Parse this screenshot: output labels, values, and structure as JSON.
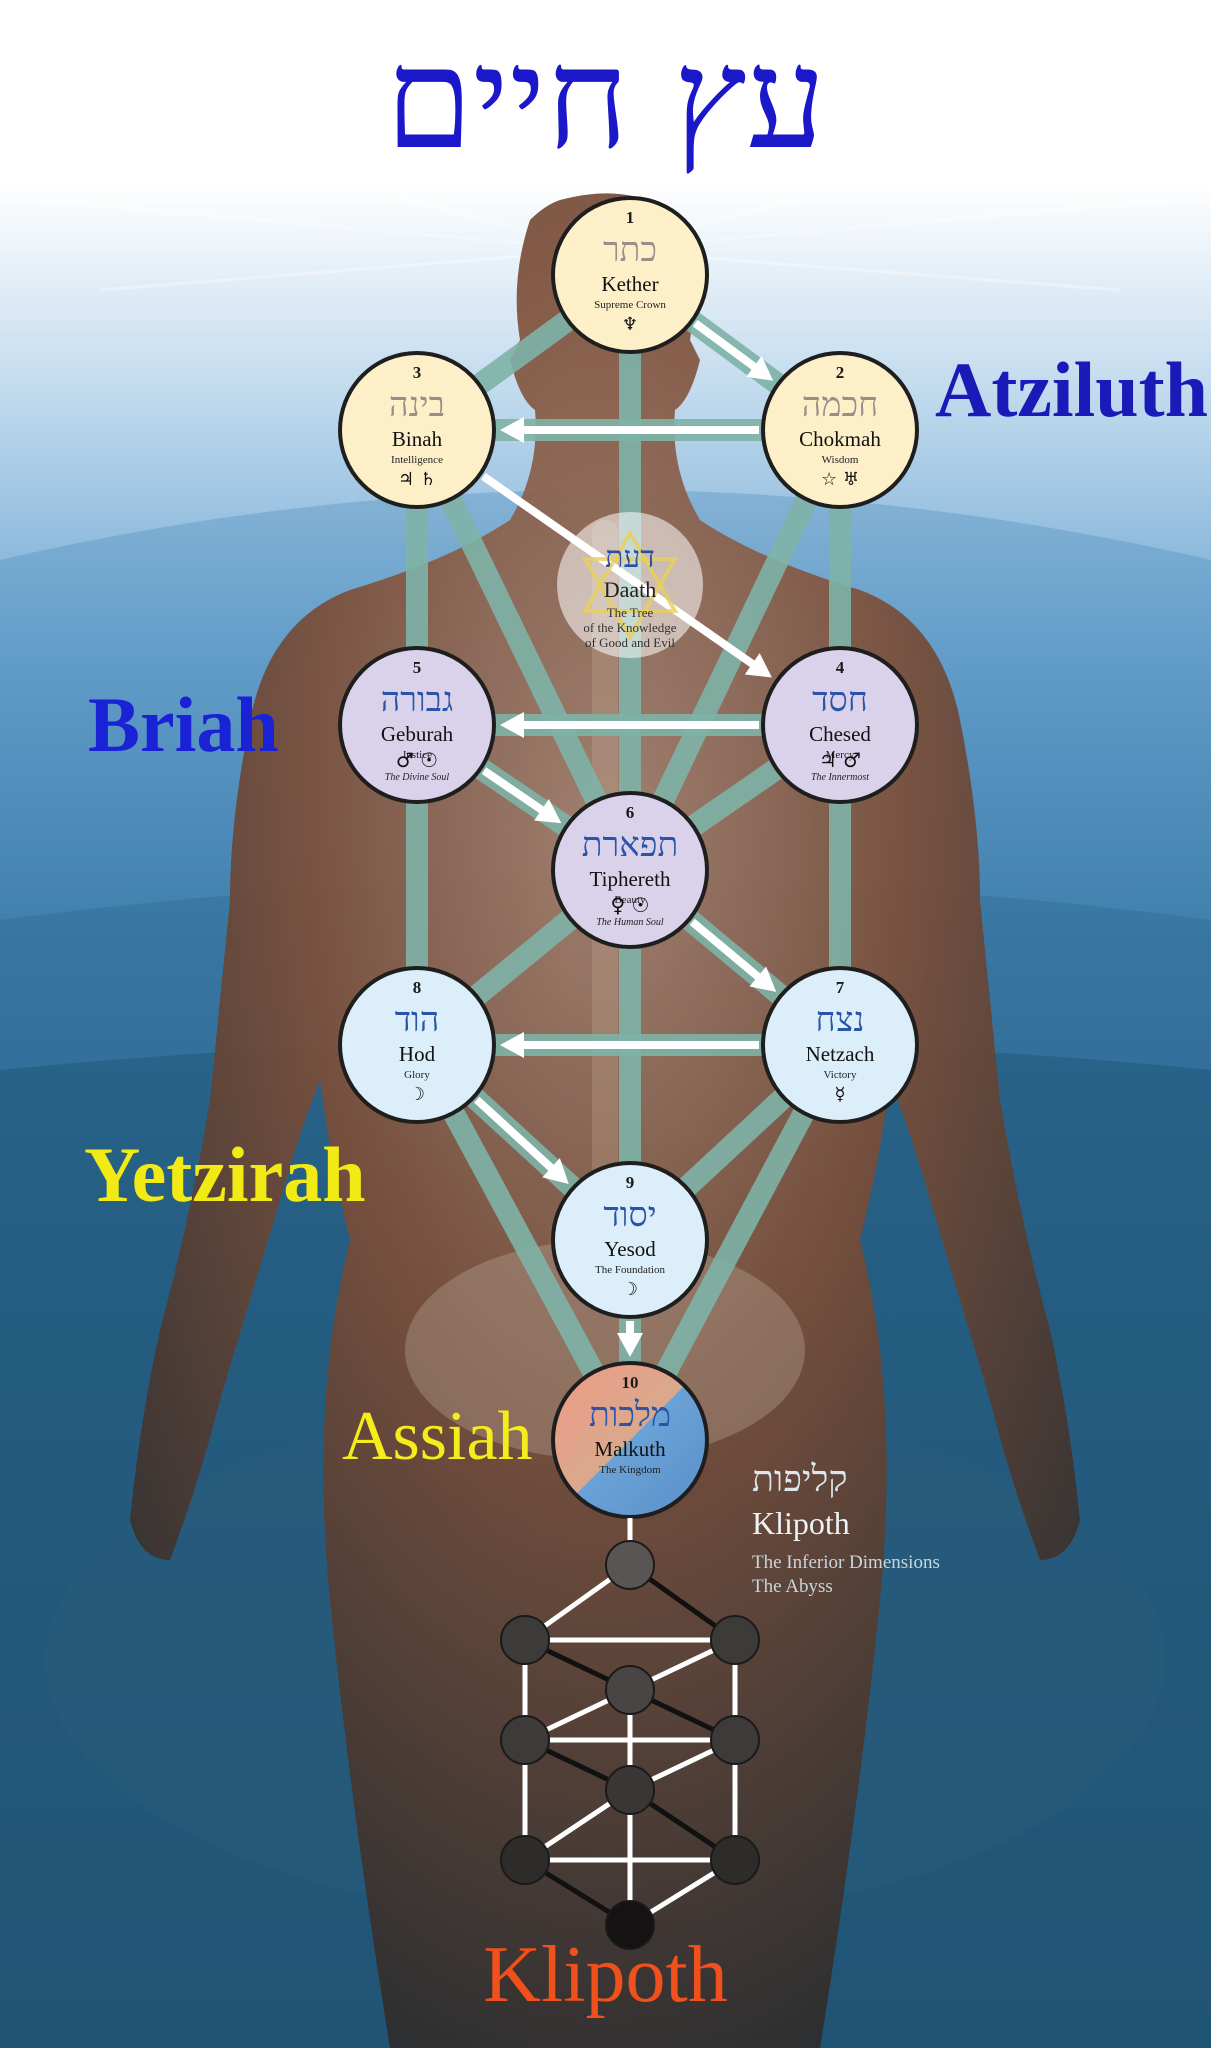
{
  "title": "עץ חיים",
  "worlds": {
    "atziluth": "Atziluth",
    "briah": "Briah",
    "yetzirah": "Yetzirah",
    "assiah": "Assiah",
    "klipoth": "Klipoth"
  },
  "sephiroth": [
    {
      "key": "kether",
      "number": "1",
      "hebrew": "כתר",
      "name": "Kether",
      "meaning": "Supreme Crown",
      "planets": "♆",
      "subtitle": "",
      "fill": "#fdf0c8"
    },
    {
      "key": "chokmah",
      "number": "2",
      "hebrew": "חכמה",
      "name": "Chokmah",
      "meaning": "Wisdom",
      "planets": "☆ ♅",
      "subtitle": "",
      "fill": "#fdf0c8"
    },
    {
      "key": "binah",
      "number": "3",
      "hebrew": "בינה",
      "name": "Binah",
      "meaning": "Intelligence",
      "planets": "♃ ♄",
      "subtitle": "",
      "fill": "#fdf0c8"
    },
    {
      "key": "chesed",
      "number": "4",
      "hebrew": "חסד",
      "name": "Chesed",
      "meaning": "Mercy",
      "planets": "♃ ♂",
      "subtitle": "The Innermost",
      "fill": "#d9d2ea"
    },
    {
      "key": "geburah",
      "number": "5",
      "hebrew": "גבורה",
      "name": "Geburah",
      "meaning": "Justice",
      "planets": "♂ ☉",
      "subtitle": "The Divine Soul",
      "fill": "#d9d2ea"
    },
    {
      "key": "tiphereth",
      "number": "6",
      "hebrew": "תפארת",
      "name": "Tiphereth",
      "meaning": "Beauty",
      "planets": "♀ ☉",
      "subtitle": "The Human Soul",
      "fill": "#d9d2ea"
    },
    {
      "key": "netzach",
      "number": "7",
      "hebrew": "נצח",
      "name": "Netzach",
      "meaning": "Victory",
      "planets": "☿",
      "subtitle": "",
      "fill": "#dbeefa"
    },
    {
      "key": "hod",
      "number": "8",
      "hebrew": "הוד",
      "name": "Hod",
      "meaning": "Glory",
      "planets": "☽",
      "subtitle": "",
      "fill": "#dbeefa"
    },
    {
      "key": "yesod",
      "number": "9",
      "hebrew": "יסוד",
      "name": "Yesod",
      "meaning": "The Foundation",
      "planets": "☽",
      "subtitle": "",
      "fill": "#dbeefa"
    },
    {
      "key": "malkuth",
      "number": "10",
      "hebrew": "מלכות",
      "name": "Malkuth",
      "meaning": "The Kingdom",
      "planets": "",
      "subtitle": "",
      "fill": "#e8e4dc"
    }
  ],
  "daath": {
    "hebrew": "דעת",
    "name": "Daath",
    "meaning_lines": [
      "The Tree",
      "of the Knowledge",
      "of Good and Evil"
    ]
  },
  "klipoth_block": {
    "hebrew": "קליפות",
    "name": "Klipoth",
    "line1": "The Inferior Dimensions",
    "line2": "The Abyss"
  },
  "colors": {
    "title": "#1a18c9",
    "atziluth": "#1a1ab8",
    "briah": "#1a22d6",
    "yetzirah": "#f2ea14",
    "assiah": "#f4ec1c",
    "klipoth": "#f0501c",
    "path": "#7fb3a8",
    "sky_top": "#ffffff",
    "sky_mid": "#6ea6d2",
    "sky_deep": "#0c3550"
  }
}
